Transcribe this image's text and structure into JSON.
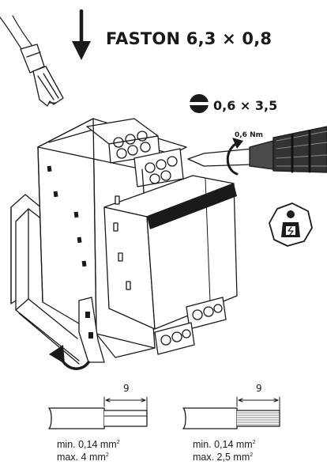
{
  "title_faston": "FASTON 6,3 × 0,8",
  "screwdriver": {
    "blade_size": "0,6 × 3,5",
    "torque": "0,6 Nm"
  },
  "wires": [
    {
      "strip_length": "9",
      "min_value": "min. 0,14 mm",
      "min_exp": "2",
      "max_value": "max. 4 mm",
      "max_exp": "2"
    },
    {
      "strip_length": "9",
      "min_value": "min. 0,14 mm",
      "min_exp": "2",
      "max_value": "max. 2,5 mm",
      "max_exp": "2"
    }
  ],
  "icons": [
    "down-arrow-icon",
    "flat-blade-screwdriver-icon",
    "qualified-electrician-icon",
    "rotate-arrow-icon"
  ]
}
